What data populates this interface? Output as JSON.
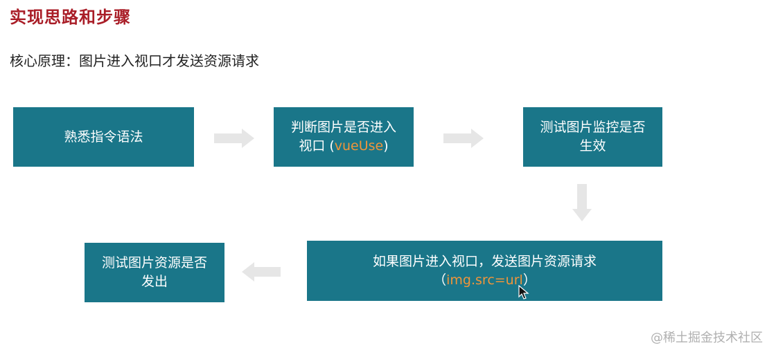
{
  "title": "实现思路和步骤",
  "principle": "核心原理：图片进入视口才发送资源请求",
  "steps": {
    "s1": {
      "text": "熟悉指令语法"
    },
    "s2": {
      "line1": "判断图片是否进入",
      "line2_prefix": "视口 (",
      "line2_highlight": "vueUse",
      "line2_suffix": ")"
    },
    "s3": {
      "line1": "测试图片监控是否",
      "line2": "生效"
    },
    "s4": {
      "line1": "如果图片进入视口，发送图片资源请求",
      "line2_prefix": "（",
      "line2_highlight": "img.src=url",
      "line2_suffix": "）"
    },
    "s5": {
      "line1": "测试图片资源是否",
      "line2": "发出"
    }
  },
  "colors": {
    "box": "#1a7689",
    "highlight": "#f0953a",
    "title": "#a91d27",
    "arrow": "#e6e6e6"
  },
  "icons": [
    "arrow-right-icon",
    "arrow-down-icon",
    "arrow-left-icon",
    "mouse-cursor-icon"
  ],
  "watermark": "@稀土掘金技术社区"
}
